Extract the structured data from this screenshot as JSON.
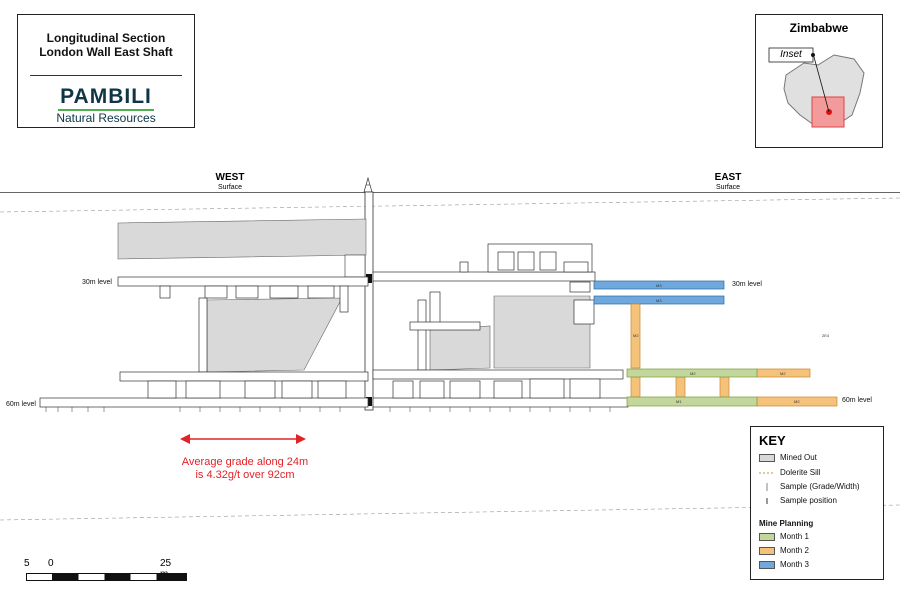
{
  "title": {
    "line1": "Longitudinal Section",
    "line2": "London Wall East Shaft",
    "logo": {
      "brand": "PAMBILI",
      "subtitle": "Natural Resources"
    }
  },
  "inset_map": {
    "country": "Zimbabwe",
    "inset_label": "Inset"
  },
  "directions": {
    "west": "WEST",
    "west_sub": "Surface",
    "east": "EAST",
    "east_sub": "Surface"
  },
  "levels": {
    "level30_left": "30m level",
    "level30_right": "30m level",
    "level60_left": "60m level",
    "level60_right": "60m level"
  },
  "planning_labels": {
    "m1": "M1",
    "m2": "M2",
    "m3": "M3",
    "block": "2E4"
  },
  "grade_note": {
    "line1": "Average grade along 24m",
    "line2": "is 4.32g/t over 92cm"
  },
  "scale_bar": {
    "left": "5",
    "zero": "0",
    "right": "25 m"
  },
  "key": {
    "title": "KEY",
    "items": [
      {
        "label": "Mined Out",
        "color": "#d9d9d9"
      },
      {
        "label": "Dolerite Sill",
        "color": "#c49a2c"
      },
      {
        "label": "Sample (Grade/Width)"
      },
      {
        "label": "Sample position"
      }
    ],
    "planning_title": "Mine Planning",
    "months": [
      {
        "label": "Month 1",
        "color": "#c3d69b"
      },
      {
        "label": "Month 2",
        "color": "#f5c27a"
      },
      {
        "label": "Month 3",
        "color": "#6fa8dc"
      }
    ]
  },
  "colors": {
    "mined_out": "#d9d9d9",
    "month1": "#c3d69b",
    "month2": "#f5c27a",
    "month3": "#6fa8dc",
    "grade_arrow": "#e32227"
  }
}
